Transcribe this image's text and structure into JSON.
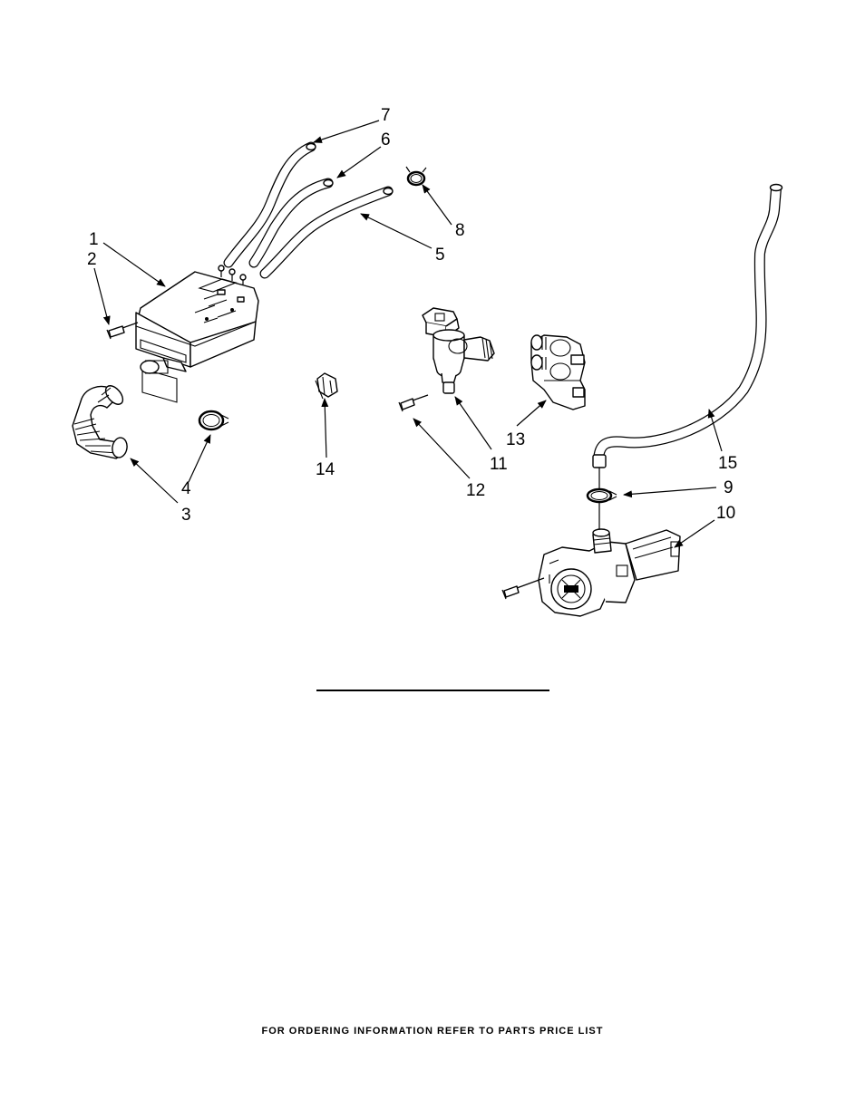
{
  "callouts": [
    {
      "id": "1",
      "text": "1"
    },
    {
      "id": "2",
      "text": "2"
    },
    {
      "id": "3",
      "text": "3"
    },
    {
      "id": "4",
      "text": "4"
    },
    {
      "id": "5",
      "text": "5"
    },
    {
      "id": "6",
      "text": "6"
    },
    {
      "id": "7",
      "text": "7"
    },
    {
      "id": "8",
      "text": "8"
    },
    {
      "id": "9",
      "text": "9"
    },
    {
      "id": "10",
      "text": "10"
    },
    {
      "id": "11",
      "text": "11"
    },
    {
      "id": "12",
      "text": "12"
    },
    {
      "id": "13",
      "text": "13"
    },
    {
      "id": "14",
      "text": "14"
    },
    {
      "id": "15",
      "text": "15"
    }
  ],
  "footer": "FOR ORDERING INFORMATION REFER TO PARTS PRICE LIST"
}
